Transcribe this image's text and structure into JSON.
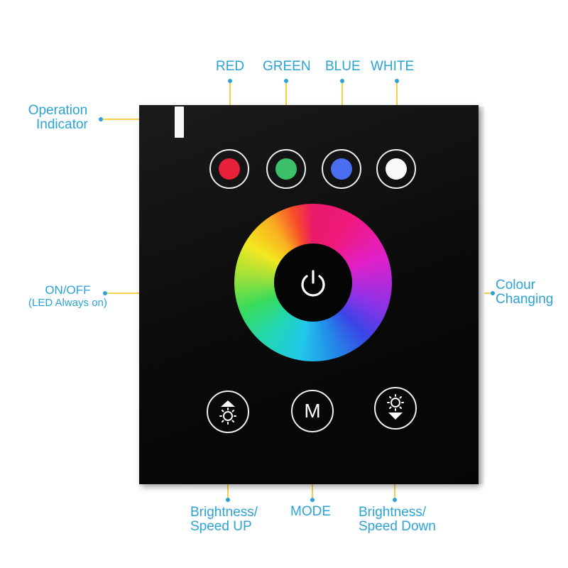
{
  "labels": {
    "red": "RED",
    "green": "GREEN",
    "blue": "BLUE",
    "white": "WHITE",
    "operation_line1": "Operation",
    "operation_line2": "Indicator",
    "onoff_line1": "ON/OFF",
    "onoff_line2": "(LED Always on)",
    "colour_line1": "Colour",
    "colour_line2": "Changing",
    "bright_up_line1": "Brightness/",
    "bright_up_line2": "Speed UP",
    "mode": "MODE",
    "bright_down_line1": "Brightness/",
    "bright_down_line2": "Speed Down"
  },
  "button_text": {
    "mode": "M"
  },
  "colors": {
    "label": "#2ba3d6",
    "leader": "#f0c419",
    "red": "#e8203a",
    "green": "#3cc06a",
    "blue": "#4a6ef0",
    "white": "#f8f8f8"
  }
}
